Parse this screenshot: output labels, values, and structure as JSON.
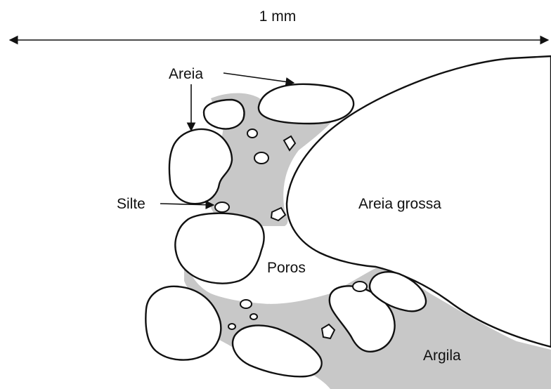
{
  "colors": {
    "clay": "#c8c8c8",
    "outline": "#111111",
    "background": "#ffffff"
  },
  "scale": {
    "label": "1 mm"
  },
  "labels": {
    "sand": "Areia",
    "silt": "Silte",
    "coarse_sand": "Areia grossa",
    "pores": "Poros",
    "clay": "Argila"
  }
}
